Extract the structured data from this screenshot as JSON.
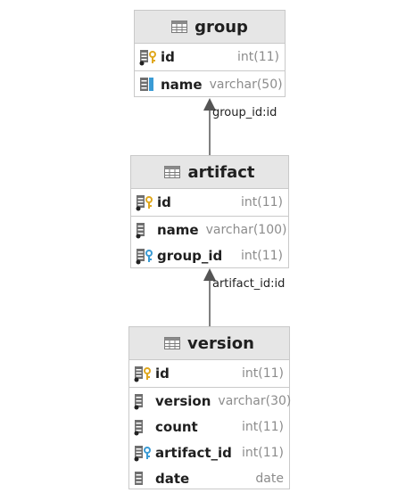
{
  "tables": {
    "group": {
      "name": "group",
      "columns": [
        {
          "name": "id",
          "type": "int(11)",
          "key": "pk"
        },
        {
          "name": "name",
          "type": "varchar(50)",
          "key": "none"
        }
      ]
    },
    "artifact": {
      "name": "artifact",
      "columns": [
        {
          "name": "id",
          "type": "int(11)",
          "key": "pk"
        },
        {
          "name": "name",
          "type": "varchar(100)",
          "key": "none"
        },
        {
          "name": "group_id",
          "type": "int(11)",
          "key": "fk"
        }
      ]
    },
    "version": {
      "name": "version",
      "columns": [
        {
          "name": "id",
          "type": "int(11)",
          "key": "pk"
        },
        {
          "name": "version",
          "type": "varchar(30)",
          "key": "none"
        },
        {
          "name": "count",
          "type": "int(11)",
          "key": "none"
        },
        {
          "name": "artifact_id",
          "type": "int(11)",
          "key": "fk"
        },
        {
          "name": "date",
          "type": "date",
          "key": "none"
        }
      ]
    }
  },
  "relations": [
    {
      "label": "group_id:id"
    },
    {
      "label": "artifact_id:id"
    }
  ],
  "colors": {
    "header_bg": "#e6e6e6",
    "border": "#c9c9c9",
    "key_gold": "#e0a81e",
    "fk_blue": "#3a9bd5",
    "column_gray": "#6f6f6f"
  },
  "icons": {
    "table": "table-icon",
    "pk": "primary-key-column-icon",
    "fk": "foreign-key-column-icon",
    "column": "column-icon"
  }
}
